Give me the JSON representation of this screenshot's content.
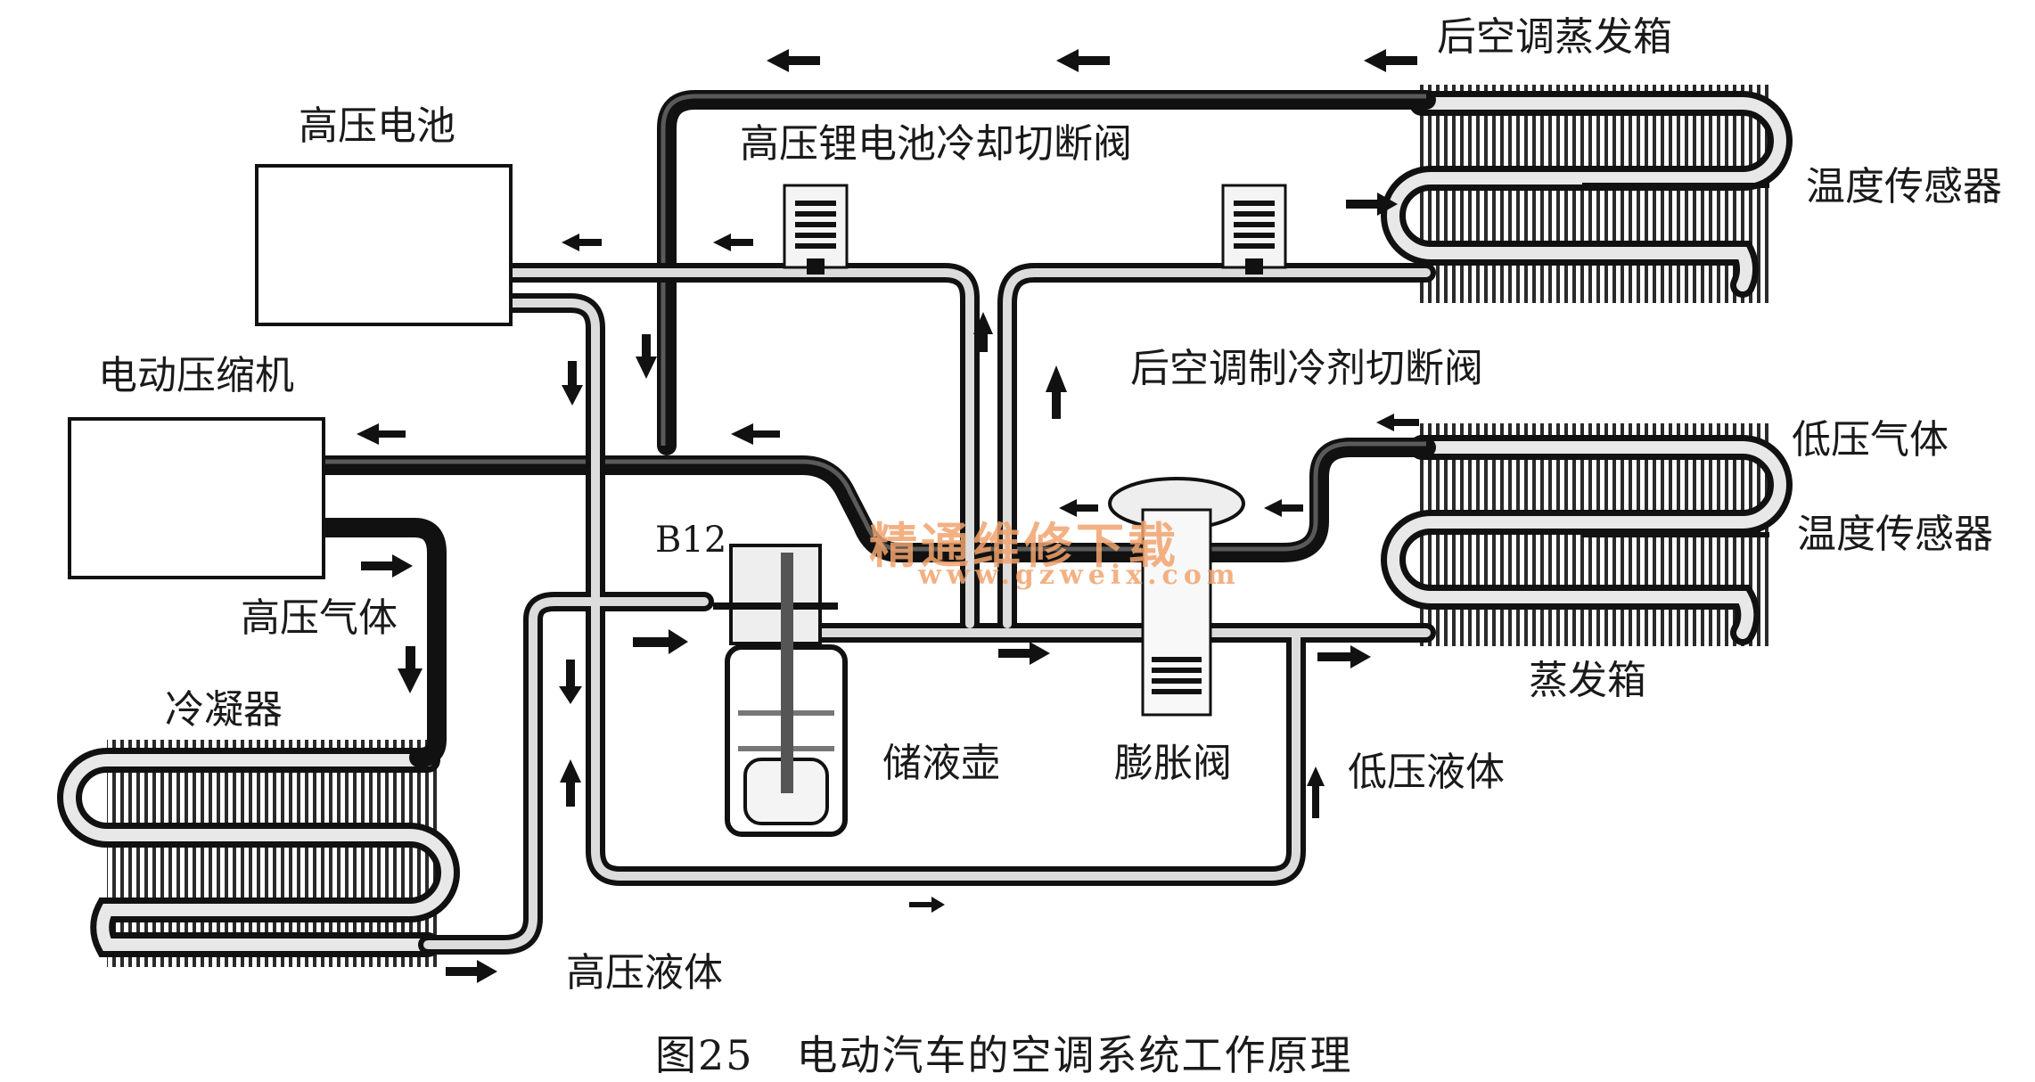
{
  "labels": {
    "battery": "高压电池",
    "compressor": "电动压缩机",
    "rear_evaporator": "后空调蒸发箱",
    "battery_shutoff_valve": "高压锂电池冷却切断阀",
    "rear_shutoff_valve": "后空调制冷剂切断阀",
    "temp_sensor_upper": "温度传感器",
    "temp_sensor_lower": "温度传感器",
    "low_pressure_gas": "低压气体",
    "evaporator": "蒸发箱",
    "high_pressure_gas": "高压气体",
    "condenser": "冷凝器",
    "receiver_drier": "储液壶",
    "expansion_valve": "膨胀阀",
    "low_pressure_liquid": "低压液体",
    "high_pressure_liquid": "高压液体",
    "b12": "B12"
  },
  "caption": "图25　电动汽车的空调系统工作原理",
  "watermark": {
    "main": "精通维修下载",
    "url": "www.gzweix.com"
  }
}
